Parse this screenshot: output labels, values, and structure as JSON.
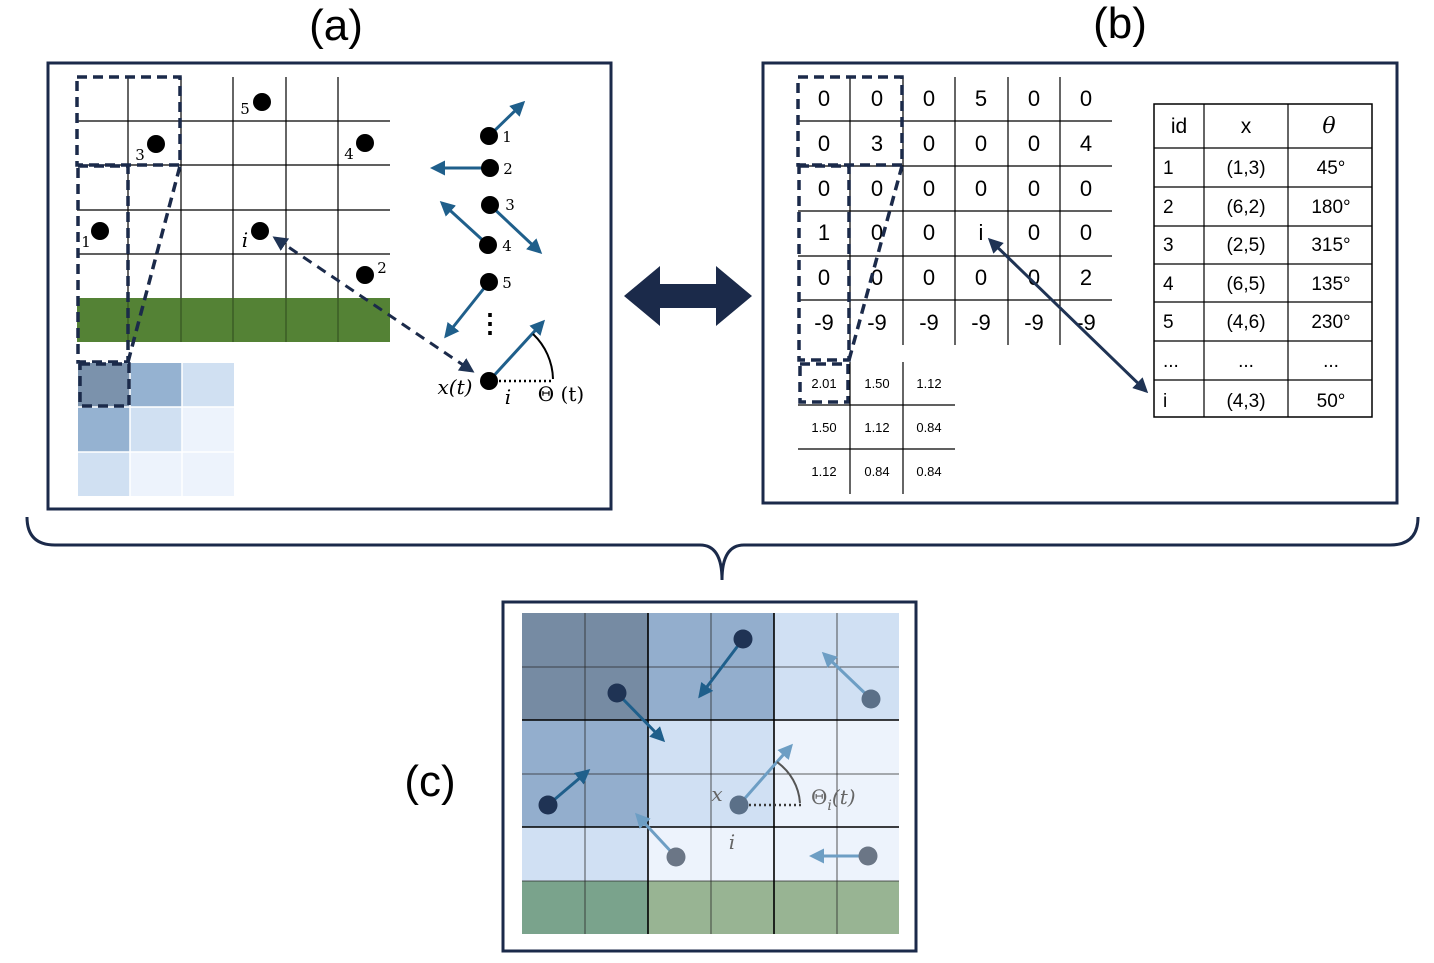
{
  "labels": {
    "panel_a": "(a)",
    "panel_b": "(b)",
    "panel_c": "(c)"
  },
  "panel_a": {
    "particle_labels": [
      "5",
      "3",
      "4",
      "1",
      "i",
      "2"
    ],
    "arrow_ids": [
      "1",
      "2",
      "3",
      "4",
      "5"
    ],
    "ellipsis": "⋮",
    "position_label": "x(t)",
    "particle_label": "i",
    "angle_label": "Θ (t)"
  },
  "panel_b": {
    "grid": [
      [
        "0",
        "0",
        "0",
        "5",
        "0",
        "0"
      ],
      [
        "0",
        "3",
        "0",
        "0",
        "0",
        "4"
      ],
      [
        "0",
        "0",
        "0",
        "0",
        "0",
        "0"
      ],
      [
        "1",
        "0",
        "0",
        "i",
        "0",
        "0"
      ],
      [
        "0",
        "0",
        "0",
        "0",
        "0",
        "2"
      ],
      [
        "-9",
        "-9",
        "-9",
        "-9",
        "-9",
        "-9"
      ]
    ],
    "field": [
      [
        "2.01",
        "1.50",
        "1.12"
      ],
      [
        "1.50",
        "1.12",
        "0.84"
      ],
      [
        "1.12",
        "0.84",
        "0.84"
      ]
    ],
    "table": {
      "headers": [
        "id",
        "x",
        "θ"
      ],
      "rows": [
        [
          "1",
          "(1,3)",
          "45°"
        ],
        [
          "2",
          "(6,2)",
          "180°"
        ],
        [
          "3",
          "(2,5)",
          "315°"
        ],
        [
          "4",
          "(6,5)",
          "135°"
        ],
        [
          "5",
          "(4,6)",
          "230°"
        ],
        [
          "...",
          "...",
          "..."
        ],
        [
          "i",
          "(4,3)",
          "50°"
        ]
      ]
    }
  },
  "panel_c": {
    "position_label": "x",
    "particle_label": "i",
    "angle_label": "Θ",
    "angle_sub": "i",
    "angle_arg": "(t)"
  },
  "colors": {
    "frame": "#1b2a4a",
    "arrow": "#1f5f8b",
    "green": "#548235",
    "dark_navy": "#1f3354"
  }
}
